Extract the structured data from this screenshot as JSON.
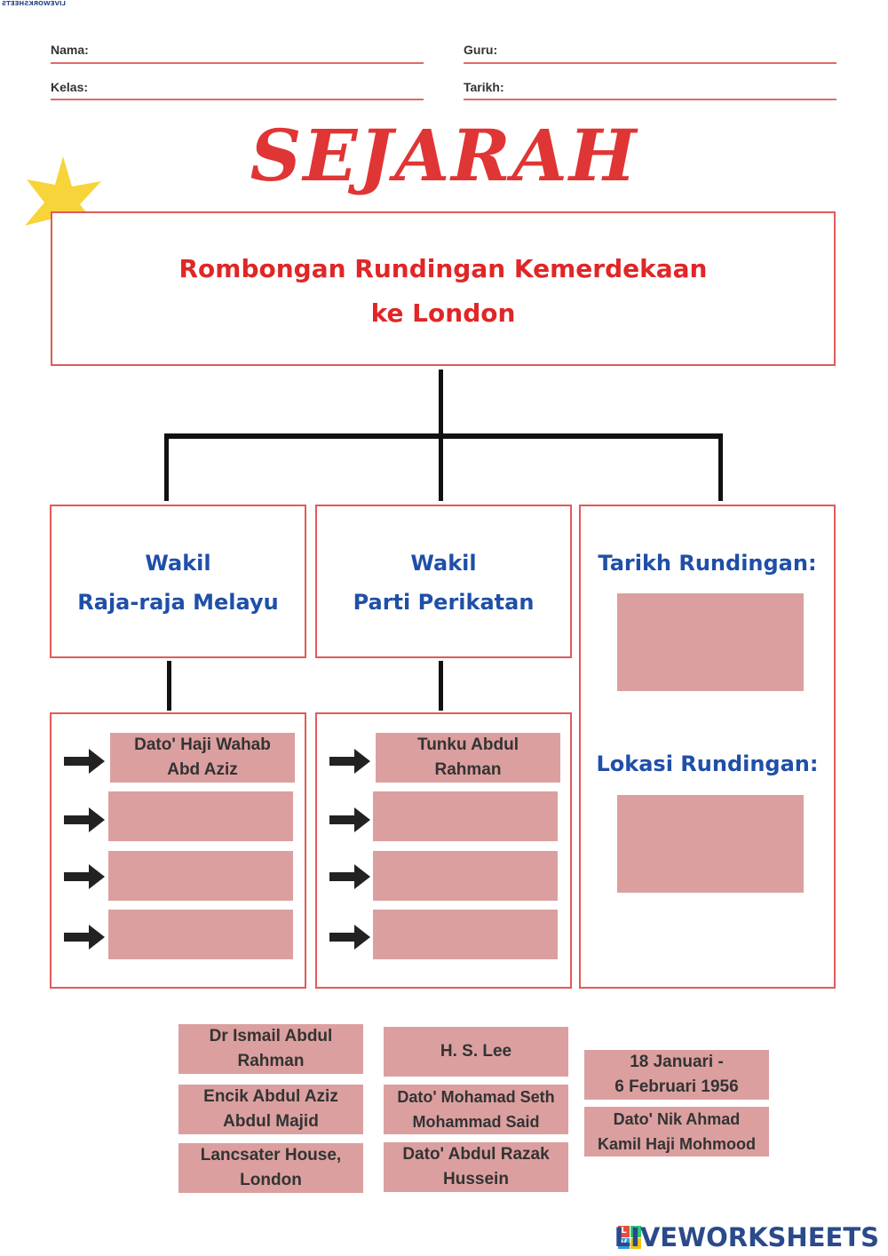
{
  "header": {
    "nama_label": "Nama:",
    "guru_label": "Guru:",
    "kelas_label": "Kelas:",
    "tarikh_label": "Tarikh:"
  },
  "title": "SEJARAH",
  "main_box": {
    "line1": "Rombongan Rundingan Kemerdekaan",
    "line2": "ke London"
  },
  "columns": {
    "raja": {
      "line1": "Wakil",
      "line2": "Raja-raja Melayu"
    },
    "parti": {
      "line1": "Wakil",
      "line2": "Parti Perikatan"
    },
    "info": {
      "tarikh_heading": "Tarikh Rundingan:",
      "lokasi_heading": "Lokasi Rundingan:"
    }
  },
  "raja_slots": [
    "Dato' Haji Wahab\nAbd Aziz",
    "",
    "",
    ""
  ],
  "parti_slots": [
    "Tunku Abdul\nRahman",
    "",
    "",
    ""
  ],
  "answer_chips": [
    "Dr Ismail Abdul\nRahman",
    "Encik Abdul Aziz\nAbdul Majid",
    "Lancsater House,\nLondon",
    "H. S. Lee",
    "Dato' Mohamad Seth\nMohammad Said",
    "Dato' Abdul Razak\nHussein",
    "18 Januari -\n6 Februari 1956",
    "Dato' Nik Ahmad\nKamil Haji Mohmood"
  ],
  "brand": "LIVEWORKSHEETS",
  "brand_small": "LIVEWORKSHEETS",
  "colors": {
    "accent_red": "#e03535",
    "heading_blue": "#1f4fa8",
    "slot_pink": "#dc9f9f",
    "star_yellow": "#f6d43a"
  }
}
